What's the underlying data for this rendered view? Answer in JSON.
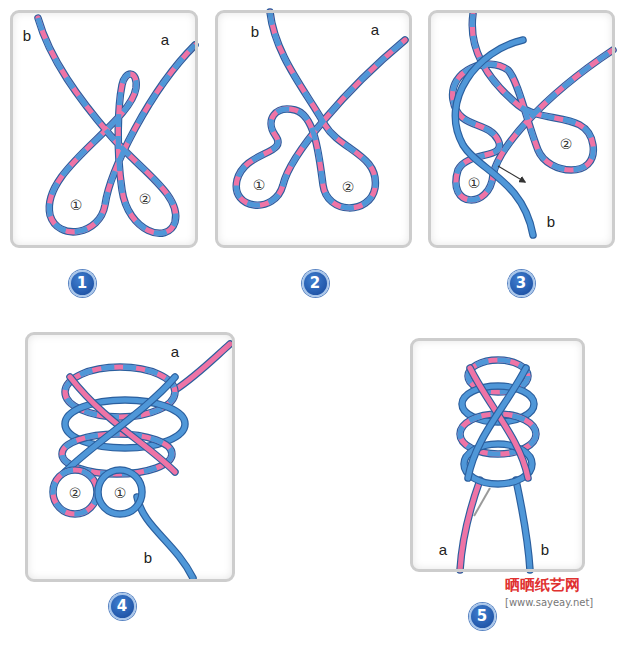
{
  "diagram": {
    "nodes": [
      {
        "text": [
          "b",
          "a",
          "①",
          "②"
        ]
      },
      {
        "text": [
          "b",
          "a",
          "①",
          "②"
        ]
      },
      {
        "text": [
          "①",
          "②",
          "b"
        ]
      },
      {
        "text": [
          "1"
        ]
      },
      {
        "text": [
          "2"
        ]
      },
      {
        "text": [
          "3"
        ]
      },
      {
        "text": [
          "a",
          "②",
          "①",
          "b"
        ]
      },
      {
        "text": [
          "a",
          "b"
        ]
      },
      {
        "text": [
          "4"
        ]
      },
      {
        "text": [
          "5"
        ]
      }
    ],
    "labels": [
      "晒晒纸艺网",
      "[www.sayeay.net]"
    ]
  }
}
